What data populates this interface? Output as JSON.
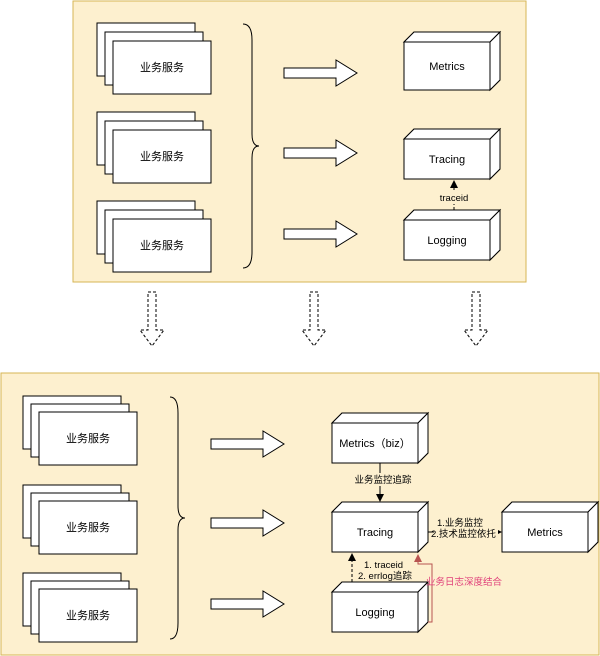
{
  "top": {
    "services": [
      "业务服务",
      "业务服务",
      "业务服务"
    ],
    "metrics": "Metrics",
    "tracing": "Tracing",
    "logging": "Logging",
    "traceid_link": "traceid"
  },
  "bottom": {
    "services": [
      "业务服务",
      "业务服务",
      "业务服务"
    ],
    "metrics_biz": "Metrics（biz）",
    "biz_monitor_link": "业务监控追踪",
    "tracing": "Tracing",
    "logging": "Logging",
    "metrics": "Metrics",
    "link_to_metrics_1": "1.业务监控",
    "link_to_metrics_2": "2.技术监控依托",
    "link_from_logging_1": "1. traceid",
    "link_from_logging_2": "2. errlog追踪",
    "deep_link": "业务日志深度结合"
  },
  "colors": {
    "panel_fill": "#fdf0cf",
    "panel_stroke": "#d6b656",
    "red_link": "#b85450",
    "red_text": "#e0407a"
  }
}
